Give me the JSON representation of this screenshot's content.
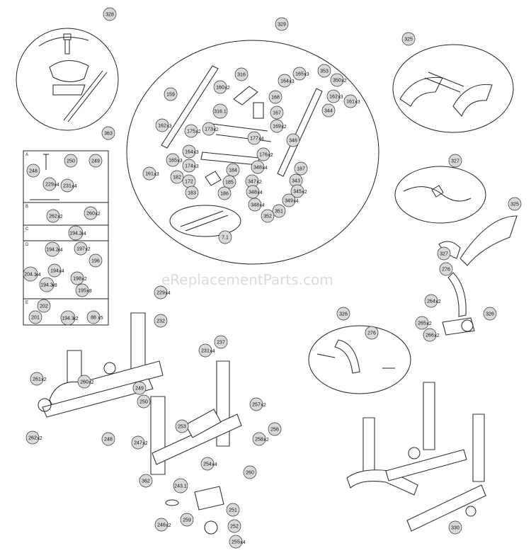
{
  "watermark": "eReplacementParts.com",
  "kit_box": {
    "title": "363",
    "sections": [
      "A",
      "B",
      "C",
      "D",
      "E"
    ]
  },
  "callouts": [
    {
      "id": "c328",
      "label": "328",
      "qty": ""
    },
    {
      "id": "c329",
      "label": "329",
      "qty": ""
    },
    {
      "id": "c325a",
      "label": "325",
      "qty": ""
    },
    {
      "id": "c325b",
      "label": "325",
      "qty": ""
    },
    {
      "id": "c363",
      "label": "363",
      "qty": ""
    },
    {
      "id": "c327a",
      "label": "327",
      "qty": ""
    },
    {
      "id": "c327b",
      "label": "327",
      "qty": ""
    },
    {
      "id": "c326a",
      "label": "326",
      "qty": ""
    },
    {
      "id": "c326b",
      "label": "326",
      "qty": ""
    },
    {
      "id": "c159",
      "label": "159",
      "qty": ""
    },
    {
      "id": "c316",
      "label": "316",
      "qty": ""
    },
    {
      "id": "c160",
      "label": "160",
      "qty": "x2"
    },
    {
      "id": "c316i",
      "label": "316.1",
      "qty": ""
    },
    {
      "id": "c168",
      "label": "168",
      "qty": ""
    },
    {
      "id": "c167",
      "label": "167",
      "qty": ""
    },
    {
      "id": "c169",
      "label": "169",
      "qty": "x2"
    },
    {
      "id": "c177",
      "label": "177",
      "qty": "x4"
    },
    {
      "id": "c176",
      "label": "176",
      "qty": "x2"
    },
    {
      "id": "c162a",
      "label": "162",
      "qty": "x3"
    },
    {
      "id": "c175",
      "label": "175",
      "qty": "x2"
    },
    {
      "id": "c173",
      "label": "173",
      "qty": "x2"
    },
    {
      "id": "c164a",
      "label": "164",
      "qty": "x3"
    },
    {
      "id": "c165a",
      "label": "165",
      "qty": "x3"
    },
    {
      "id": "c174",
      "label": "174",
      "qty": "x3"
    },
    {
      "id": "c182",
      "label": "182",
      "qty": ""
    },
    {
      "id": "c172",
      "label": "172",
      "qty": ""
    },
    {
      "id": "c184",
      "label": "184",
      "qty": ""
    },
    {
      "id": "c185",
      "label": "185",
      "qty": ""
    },
    {
      "id": "c186",
      "label": "186",
      "qty": ""
    },
    {
      "id": "c183",
      "label": "183",
      "qty": ""
    },
    {
      "id": "c161a",
      "label": "161",
      "qty": "x3"
    },
    {
      "id": "c71",
      "label": "7.1",
      "qty": ""
    },
    {
      "id": "c164b",
      "label": "164",
      "qty": "x3"
    },
    {
      "id": "c165b",
      "label": "165",
      "qty": "x3"
    },
    {
      "id": "c353",
      "label": "353",
      "qty": ""
    },
    {
      "id": "c350",
      "label": "350",
      "qty": "x2"
    },
    {
      "id": "c162b",
      "label": "162",
      "qty": "x3"
    },
    {
      "id": "c161b",
      "label": "161",
      "qty": "x3"
    },
    {
      "id": "c344",
      "label": "344",
      "qty": ""
    },
    {
      "id": "c346",
      "label": "346",
      "qty": ""
    },
    {
      "id": "c187",
      "label": "187",
      "qty": ""
    },
    {
      "id": "c343",
      "label": "343",
      "qty": ""
    },
    {
      "id": "c347",
      "label": "347",
      "qty": "x2"
    },
    {
      "id": "c348a",
      "label": "348",
      "qty": "x4"
    },
    {
      "id": "c348b",
      "label": "348",
      "qty": "x4"
    },
    {
      "id": "c348c",
      "label": "348",
      "qty": "x4"
    },
    {
      "id": "c345",
      "label": "345",
      "qty": "x2"
    },
    {
      "id": "c349",
      "label": "349",
      "qty": "x4"
    },
    {
      "id": "c351",
      "label": "351",
      "qty": ""
    },
    {
      "id": "c352",
      "label": "352",
      "qty": ""
    },
    {
      "id": "c248a",
      "label": "248",
      "qty": ""
    },
    {
      "id": "c250a",
      "label": "250",
      "qty": ""
    },
    {
      "id": "c249a",
      "label": "249",
      "qty": ""
    },
    {
      "id": "c229a",
      "label": "229",
      "qty": "x4"
    },
    {
      "id": "c231a",
      "label": "231",
      "qty": "x4"
    },
    {
      "id": "c262a",
      "label": "262",
      "qty": "x2"
    },
    {
      "id": "c260a",
      "label": "260",
      "qty": "x2"
    },
    {
      "id": "c1942a",
      "label": "194.2",
      "qty": "x4"
    },
    {
      "id": "c1942b",
      "label": "194.2",
      "qty": "x4"
    },
    {
      "id": "c197",
      "label": "197",
      "qty": "x2"
    },
    {
      "id": "c196",
      "label": "196",
      "qty": ""
    },
    {
      "id": "c2041",
      "label": "204.1",
      "qty": "x4"
    },
    {
      "id": "c194",
      "label": "194",
      "qty": "x4"
    },
    {
      "id": "c198",
      "label": "198",
      "qty": "x2"
    },
    {
      "id": "c1943a",
      "label": "194.3",
      "qty": "x8"
    },
    {
      "id": "c195",
      "label": "195",
      "qty": "x8"
    },
    {
      "id": "c202",
      "label": "202",
      "qty": ""
    },
    {
      "id": "c201",
      "label": "201",
      "qty": ""
    },
    {
      "id": "c1943b",
      "label": "194.3",
      "qty": "x2"
    },
    {
      "id": "c88",
      "label": "88",
      "qty": "x5"
    },
    {
      "id": "c229b",
      "label": "229",
      "qty": "x4"
    },
    {
      "id": "c232",
      "label": "232",
      "qty": ""
    },
    {
      "id": "c261",
      "label": "261",
      "qty": "x2"
    },
    {
      "id": "c260b",
      "label": "260",
      "qty": "x2"
    },
    {
      "id": "c262b",
      "label": "262",
      "qty": "x2"
    },
    {
      "id": "c249b",
      "label": "249",
      "qty": ""
    },
    {
      "id": "c250b",
      "label": "250",
      "qty": ""
    },
    {
      "id": "c248b",
      "label": "248",
      "qty": ""
    },
    {
      "id": "c247",
      "label": "247",
      "qty": "x2"
    },
    {
      "id": "c231b",
      "label": "231",
      "qty": "x4"
    },
    {
      "id": "c237",
      "label": "237",
      "qty": ""
    },
    {
      "id": "c257",
      "label": "257",
      "qty": "x2"
    },
    {
      "id": "c253",
      "label": "253",
      "qty": ""
    },
    {
      "id": "c256",
      "label": "256",
      "qty": ""
    },
    {
      "id": "c258",
      "label": "258",
      "qty": "x2"
    },
    {
      "id": "c254",
      "label": "254",
      "qty": "x4"
    },
    {
      "id": "c260c",
      "label": "260",
      "qty": ""
    },
    {
      "id": "c362",
      "label": "362",
      "qty": ""
    },
    {
      "id": "c2431",
      "label": "243.1",
      "qty": ""
    },
    {
      "id": "c251",
      "label": "251",
      "qty": ""
    },
    {
      "id": "c246",
      "label": "246",
      "qty": "x2"
    },
    {
      "id": "c259",
      "label": "259",
      "qty": ""
    },
    {
      "id": "c252",
      "label": "252",
      "qty": ""
    },
    {
      "id": "c255",
      "label": "255",
      "qty": "x4"
    },
    {
      "id": "c276a",
      "label": "276",
      "qty": ""
    },
    {
      "id": "c276b",
      "label": "276",
      "qty": ""
    },
    {
      "id": "c264",
      "label": "264",
      "qty": "x2"
    },
    {
      "id": "c265",
      "label": "265",
      "qty": "x2"
    },
    {
      "id": "c266",
      "label": "266",
      "qty": "x2"
    },
    {
      "id": "c330",
      "label": "330",
      "qty": ""
    }
  ]
}
